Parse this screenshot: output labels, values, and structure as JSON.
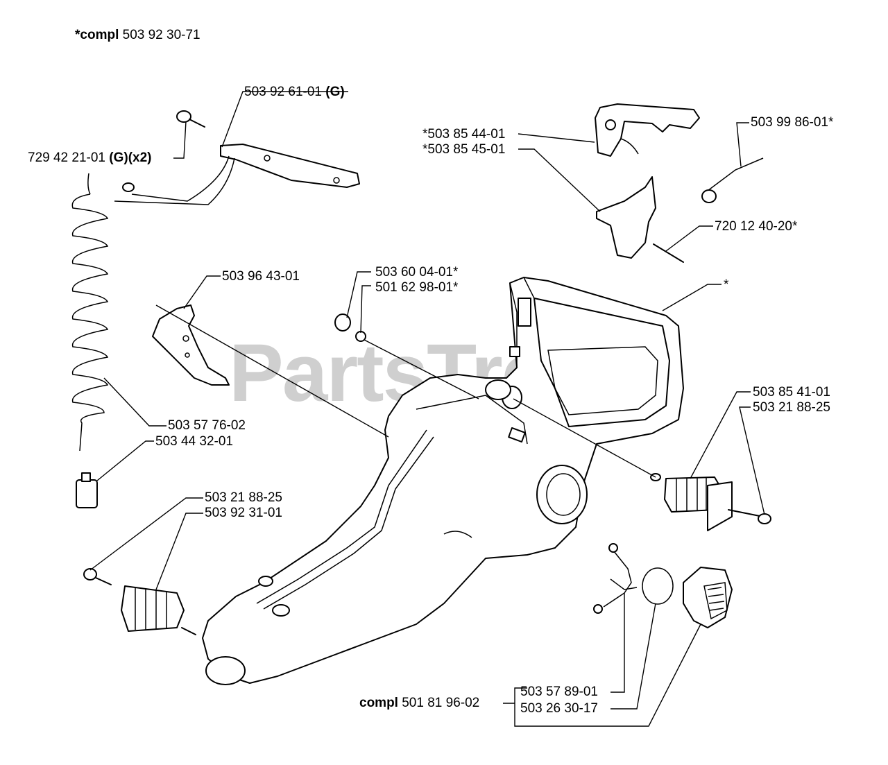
{
  "header": {
    "prefix": "*compl",
    "number": "503 92 30-71"
  },
  "watermark": "PartsTree",
  "labels": {
    "l1": {
      "num": "503 92 61-01",
      "tag": "(G)"
    },
    "l2": {
      "num": "729 42 21-01",
      "tag": "(G)(x2)"
    },
    "l3": "*503 85 44-01",
    "l4": "*503 85 45-01",
    "l5": "503 99 86-01*",
    "l6": "720 12 40-20*",
    "l7": "503 96 43-01",
    "l8": "503 60 04-01*",
    "l9": "501 62 98-01*",
    "l10": "*",
    "l11": "503 57 76-02",
    "l12": "503 44 32-01",
    "l13": "503 85 41-01",
    "l14": "503 21 88-25",
    "l15": "503 21 88-25",
    "l16": "503 92 31-01",
    "l17": "503 57 89-01",
    "l18": "503 26 30-17",
    "compl": {
      "prefix": "compl",
      "number": "501 81 96-02"
    }
  }
}
